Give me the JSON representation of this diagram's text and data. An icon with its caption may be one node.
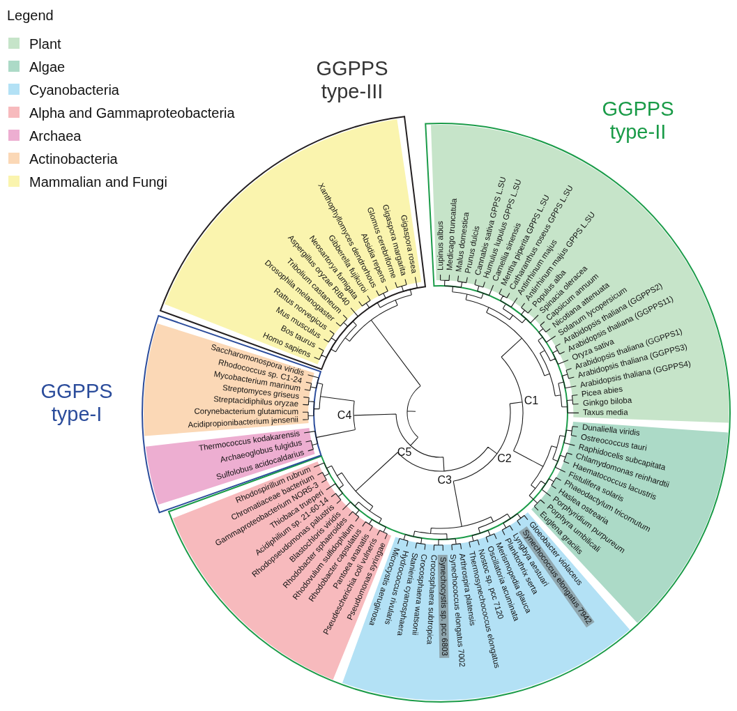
{
  "diagram": {
    "nodes": [
      {
        "text": [
          "GGPPS type-III"
        ]
      },
      {
        "text": [
          "Homo sapiens",
          "Bos taurus",
          "Mus musculus",
          "Rattus norvegicus",
          "Drosophila melanogaster",
          "Tribolium castaneum",
          "Aspergillus oryzae RIB40",
          "Neosartorya fumigata",
          "Gibberella fujikuroi",
          "Xanthophyllomyces dendrorhous",
          "Absidia repens",
          "Glomus cerebriforme",
          "Gigaspora margarita",
          "Gigaspora rosea"
        ],
        "in": 0
      },
      {
        "text": [
          "GGPPS type-II"
        ]
      },
      {
        "text": [
          "Lupinus albus",
          "Medicago truncatula",
          "Malus domestica",
          "Prunus dulcis",
          "Cannabis sativa GPPS L.SU",
          "Humulus lupulus GPPS L.SU",
          "Camellia sinensis",
          "Mentha piperita GPPS L.SU",
          "Catharanthus roseus GPPS L.SU",
          "Antirrhinum majus",
          "Antirrhinum majus GPPS L.SU",
          "Populus alba",
          "Spinacia oleracea",
          "Capsicum annuum",
          "Nicotiana attenuata",
          "Solanum lycopersicum",
          "Arabidopsis thaliana (GGPPS2)",
          "Arabidopsis thaliana (GGPPS11)",
          "Oryza sativa",
          "Arabidopsis thaliana (GGPPS1)",
          "Arabidopsis thaliana (GGPPS3)",
          "Arabidopsis thaliana (GGPPS4)",
          "Picea abies",
          "Ginkgo biloba",
          "Taxus media"
        ],
        "in": 2
      },
      {
        "text": [
          "Dunaliella viridis",
          "Ostreococcus tauri",
          "Raphidocelis subcapitata",
          "Chlamydomonas reinhardtii",
          "Haematococcus lacustris",
          "Fistulifera solaris",
          "Phaeodactylum tricornutum",
          "Haslea ostrearia",
          "Porphyridium purpureum",
          "Porphyra umbilicali",
          "Euglena gracilis"
        ],
        "in": 2
      },
      {
        "text": [
          "Gloeobacter violaceus",
          "Synechococcus elongatus 7942",
          "Lyngbya aestuari",
          "Planktothrix serta",
          "Merismopedia glauca",
          "Oscillatoria acuminata",
          "Nostoc sp. pcc 7120",
          "Thermosynechococcus elongatus",
          "Arthrospira platensis",
          "Synechococcus elongatus 7002",
          "Synechocystis sp. pcc 6803",
          "Crocosphaera subtropica",
          "Crocosphaera watsonii",
          "Stanieria cyanosphaera",
          "Hydrococcus rivularis",
          "Microcystis aeruginosa"
        ],
        "in": 2
      },
      {
        "text": [
          "Pseudomonas syringae",
          "Pseudescherichia coli vulneris",
          "Pantoea ananatis",
          "Rhodobacter capsulatus",
          "Rhodovulum sulfidophilum",
          "Rhodobacter sphaeroides",
          "Blastochloris viridis",
          "Rhodopseudomonas palustris",
          "Acidiphilium sp. 21-60-14",
          "Thiobaca trueperi",
          "Gammaproteobacterium NOR5-3",
          "Chromatiaceae bacterium",
          "Rhodospirillum rubrum"
        ],
        "in": 2
      },
      {
        "text": [
          "GGPPS type-I"
        ]
      },
      {
        "text": [
          "Acidipropionibacterium jensenii",
          "Corynebacterium glutamicum",
          "Streptacidiphilus oryzae",
          "Streptomyces griseus",
          "Mycobacterium marinum",
          "Rhodococcus sp. C1-24",
          "Saccharomonospora viridis"
        ],
        "in": 7
      },
      {
        "text": [
          "Sulfolobus acidocaldarius",
          "Archaeoglobus fulgidus",
          "Thermococcus kodakarensis"
        ],
        "in": 7
      }
    ],
    "labels": [
      "Legend",
      "C1",
      "C2",
      "C3",
      "C4",
      "C5"
    ],
    "legend": [
      {
        "text": "Plant",
        "color": "#c6e4c9"
      },
      {
        "text": "Algae",
        "color": "#acdac7"
      },
      {
        "text": "Cyanobacteria",
        "color": "#b3e1f5"
      },
      {
        "text": "Alpha and Gammaproteobacteria",
        "color": "#f7babd"
      },
      {
        "text": "Archaea",
        "color": "#edaed1"
      },
      {
        "text": "Actinobacteria",
        "color": "#fbd8b6"
      },
      {
        "text": "Mammalian and Fungi",
        "color": "#faf4ae"
      }
    ]
  }
}
